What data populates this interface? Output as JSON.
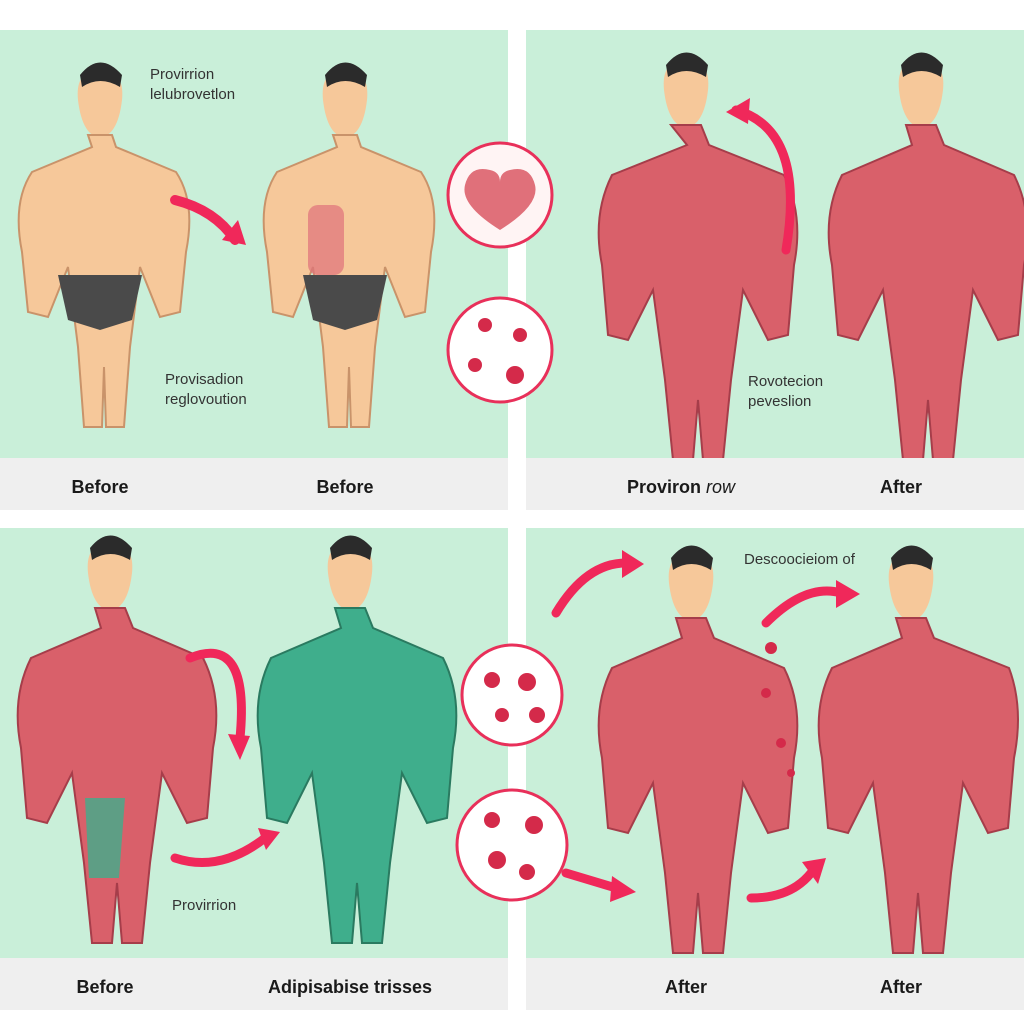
{
  "panels": {
    "top_left": {
      "captions": [
        "Before",
        "Before"
      ],
      "notes": [
        "Provirrion",
        "lelubrovetlon",
        "Provisadion",
        "reglovoution"
      ]
    },
    "top_right": {
      "captions": [
        "Proviron",
        "After"
      ],
      "caption_suffix": "row",
      "notes": [
        "Rovotecion",
        "peveslion"
      ]
    },
    "bottom_left": {
      "captions": [
        "Before",
        "Adipisabise trisses"
      ],
      "notes": [
        "Provirrion"
      ]
    },
    "bottom_right": {
      "captions": [
        "After",
        "After"
      ],
      "notes": [
        "Descoocieiom of"
      ]
    }
  },
  "colors": {
    "panel_bg": "#c9efd9",
    "caption_bar": "#efefef",
    "skin": "#f6c89a",
    "muscle": "#d9606a",
    "muscle_green": "#3fae8c",
    "arrow": "#f0285a",
    "hair": "#2b2b2b"
  },
  "icons": [
    "arrow-icon",
    "circle-cells-icon",
    "heart-tissue-icon"
  ]
}
